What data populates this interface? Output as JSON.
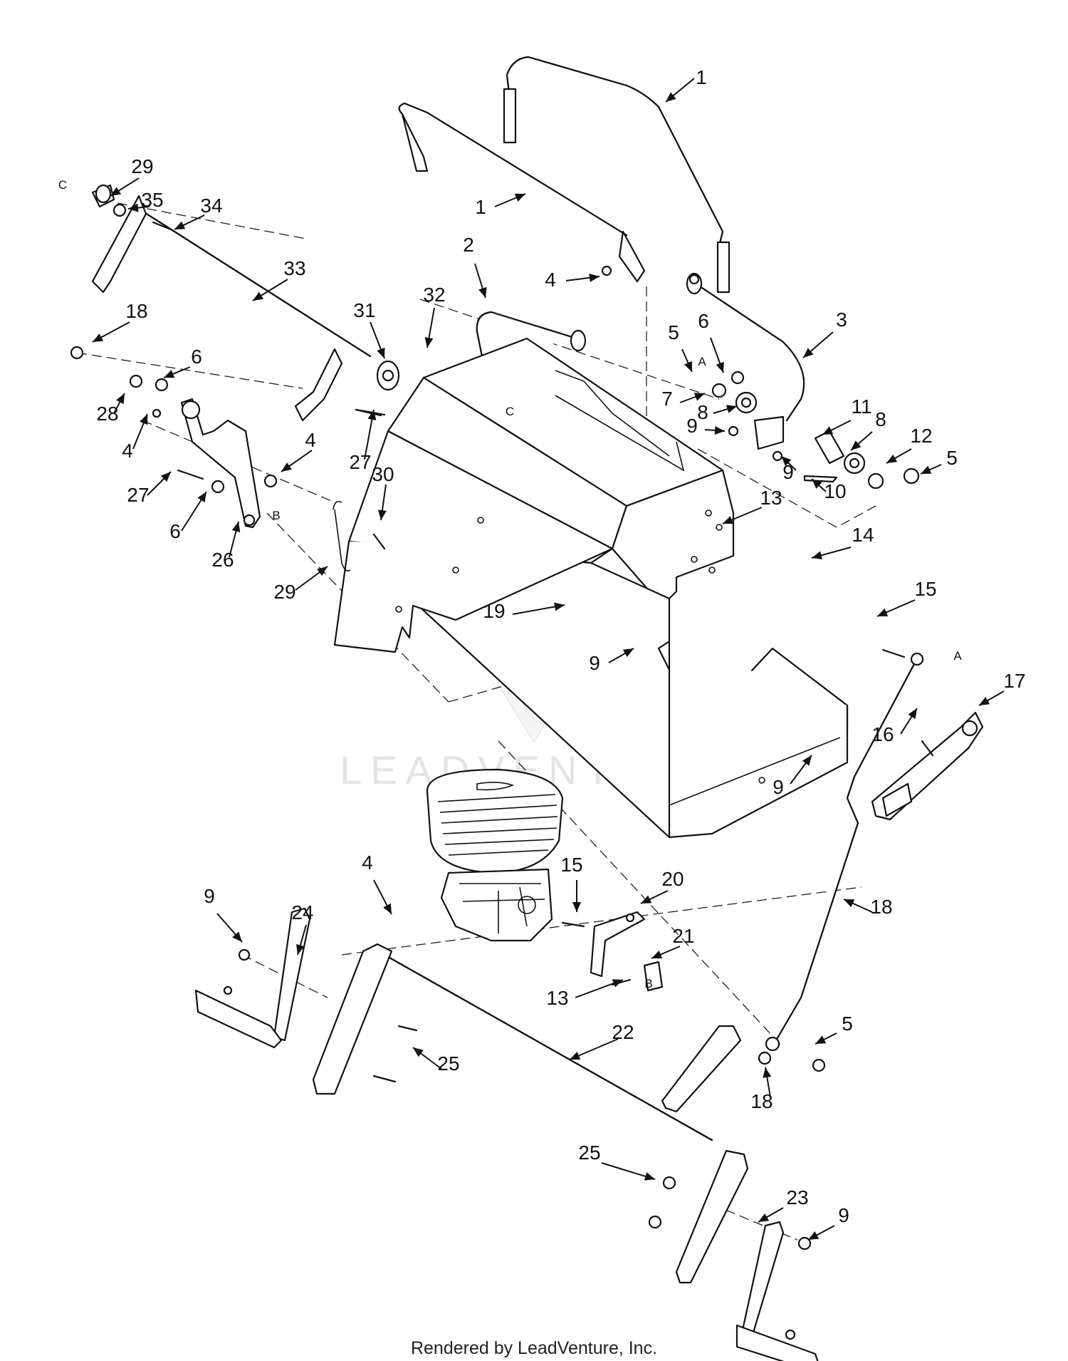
{
  "footer": {
    "text": "Rendered by LeadVenture, Inc."
  },
  "watermark": {
    "text": "LEADVENTURE",
    "color": "#e4e4e4"
  },
  "callouts": [
    {
      "label": "1"
    },
    {
      "label": "1"
    },
    {
      "label": "2"
    },
    {
      "label": "3"
    },
    {
      "label": "4"
    },
    {
      "label": "5"
    },
    {
      "label": "6"
    },
    {
      "label": "7"
    },
    {
      "label": "8"
    },
    {
      "label": "9"
    },
    {
      "label": "11"
    },
    {
      "label": "8"
    },
    {
      "label": "12"
    },
    {
      "label": "5"
    },
    {
      "label": "9"
    },
    {
      "label": "10"
    },
    {
      "label": "13"
    },
    {
      "label": "14"
    },
    {
      "label": "29"
    },
    {
      "label": "35"
    },
    {
      "label": "34"
    },
    {
      "label": "33"
    },
    {
      "label": "32"
    },
    {
      "label": "31"
    },
    {
      "label": "18"
    },
    {
      "label": "6"
    },
    {
      "label": "28"
    },
    {
      "label": "4"
    },
    {
      "label": "27"
    },
    {
      "label": "4"
    },
    {
      "label": "27"
    },
    {
      "label": "6"
    },
    {
      "label": "26"
    },
    {
      "label": "30"
    },
    {
      "label": "29"
    },
    {
      "label": "19"
    },
    {
      "label": "9"
    },
    {
      "label": "15"
    },
    {
      "label": "17"
    },
    {
      "label": "16"
    },
    {
      "label": "9"
    },
    {
      "label": "4"
    },
    {
      "label": "15"
    },
    {
      "label": "20"
    },
    {
      "label": "18"
    },
    {
      "label": "9"
    },
    {
      "label": "24"
    },
    {
      "label": "21"
    },
    {
      "label": "13"
    },
    {
      "label": "22"
    },
    {
      "label": "25"
    },
    {
      "label": "5"
    },
    {
      "label": "18"
    },
    {
      "label": "25"
    },
    {
      "label": "23"
    },
    {
      "label": "9"
    }
  ],
  "connection_letters": [
    {
      "label": "C"
    },
    {
      "label": "C"
    },
    {
      "label": "A"
    },
    {
      "label": "A"
    },
    {
      "label": "B"
    },
    {
      "label": "B"
    }
  ]
}
